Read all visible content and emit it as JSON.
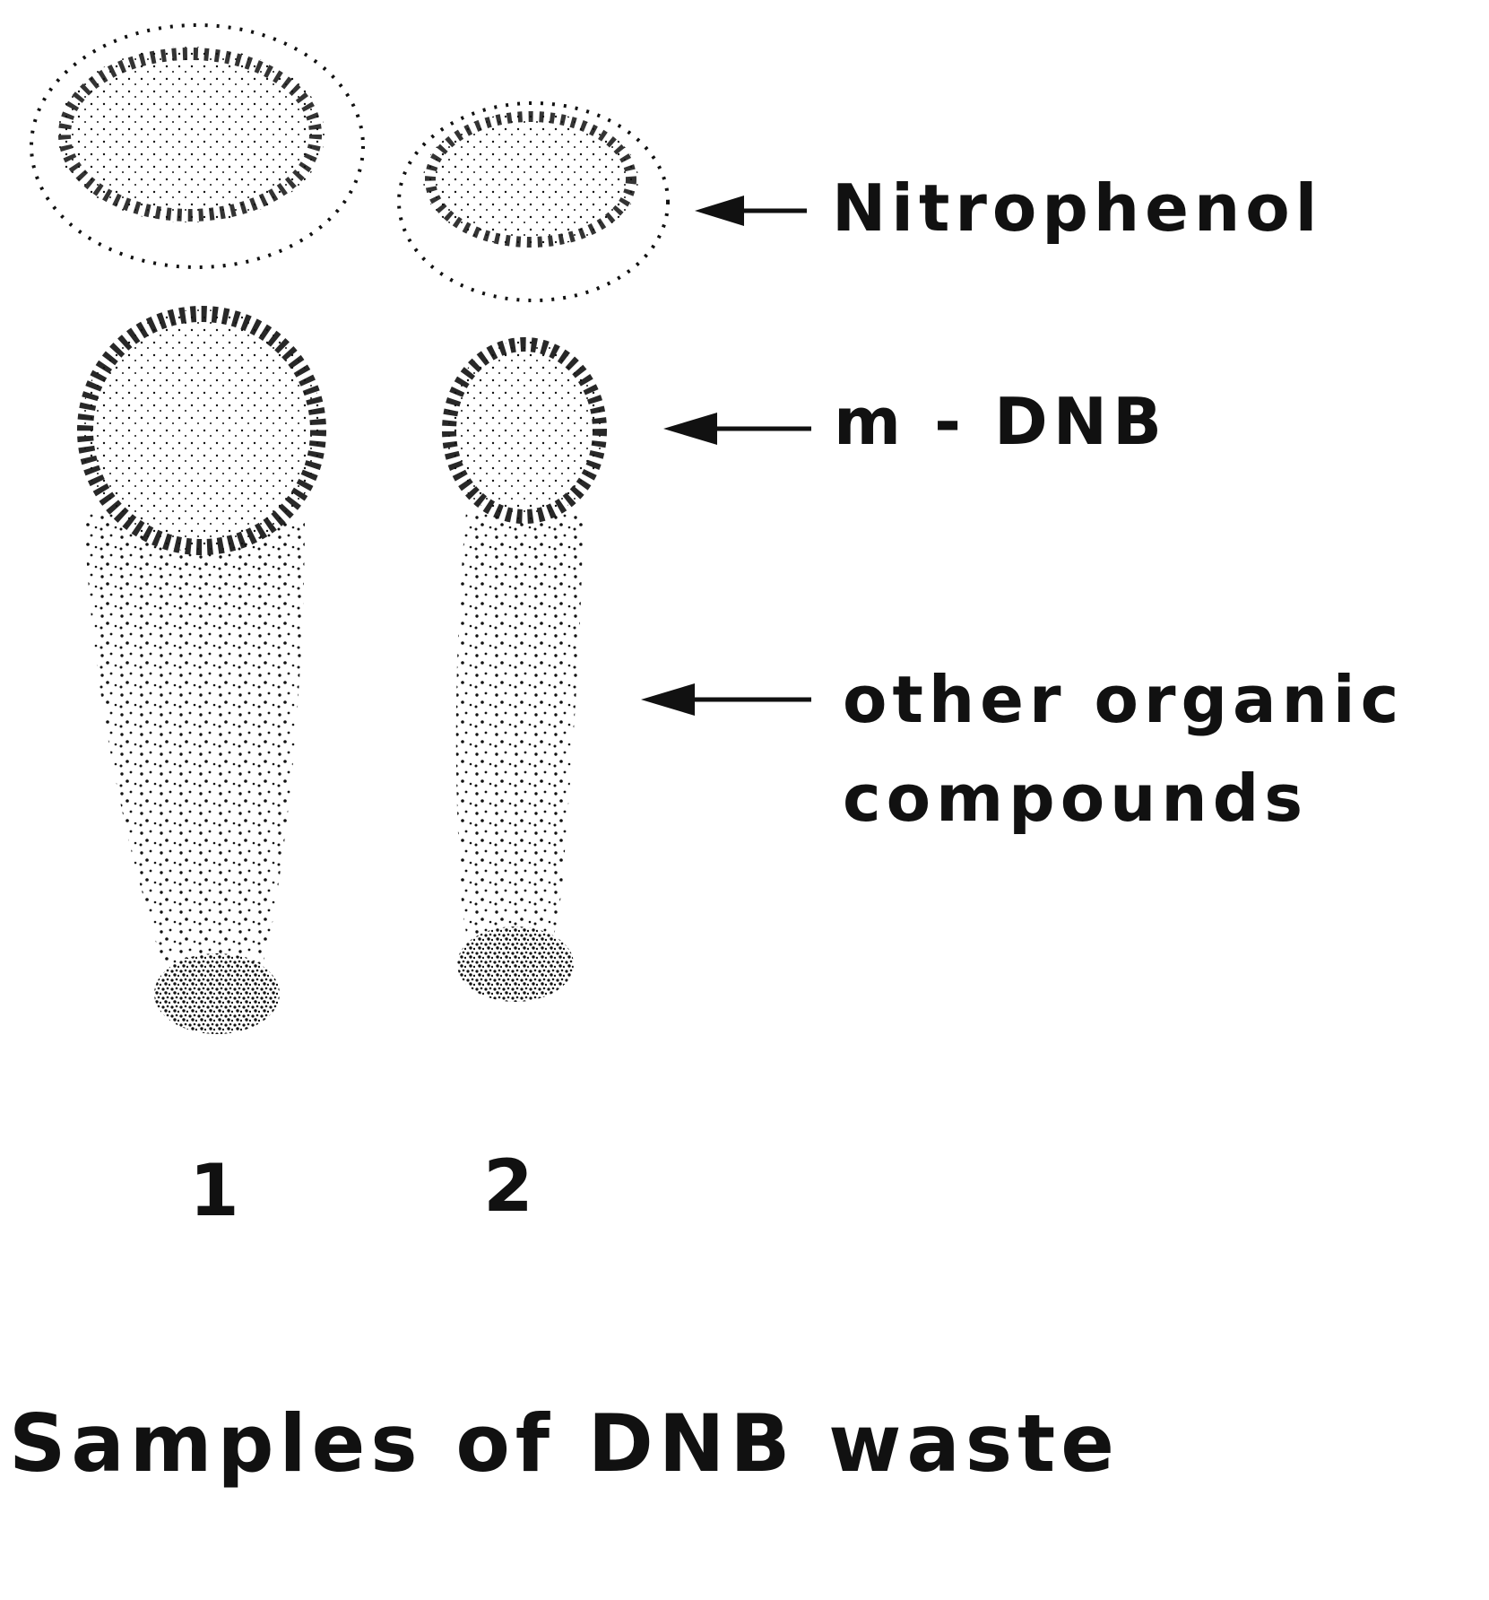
{
  "figure": {
    "labels": {
      "nitrophenol": "Nitrophenol",
      "m_dnb": "m - DNB",
      "other_line1": "other organic",
      "other_line2": "compounds"
    },
    "lanes": [
      "1",
      "2"
    ],
    "caption": "Samples of DNB waste",
    "ink_color": "#111111",
    "background": "#ffffff"
  }
}
